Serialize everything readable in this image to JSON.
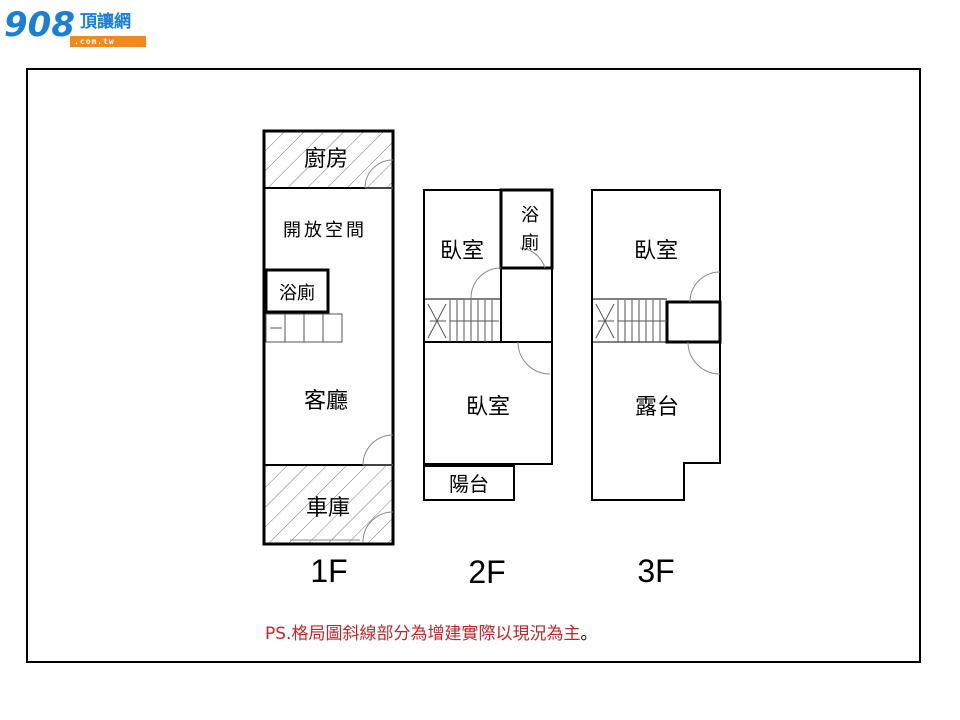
{
  "logo": {
    "number": "908",
    "name": "頂讓網",
    "subtitle": ".com.tw",
    "colors": {
      "primary": "#1a7fd6",
      "accent": "#f08a1c"
    }
  },
  "floors": {
    "f1": {
      "label": "1F",
      "rooms": {
        "kitchen": "廚房",
        "open_space": "開放空間",
        "bathroom": "浴廁",
        "living_room": "客廳",
        "garage": "車庫"
      }
    },
    "f2": {
      "label": "2F",
      "rooms": {
        "bedroom_upper": "臥室",
        "bath_line1": "浴",
        "bath_line2": "廁",
        "bedroom_lower": "臥室",
        "balcony": "陽台"
      }
    },
    "f3": {
      "label": "3F",
      "rooms": {
        "bedroom": "臥室",
        "terrace": "露台"
      }
    }
  },
  "note": {
    "prefix": "PS.",
    "text": "格局圖斜線部分為增建實際以現況為主",
    "suffix": "。",
    "color": "#c0272d"
  }
}
